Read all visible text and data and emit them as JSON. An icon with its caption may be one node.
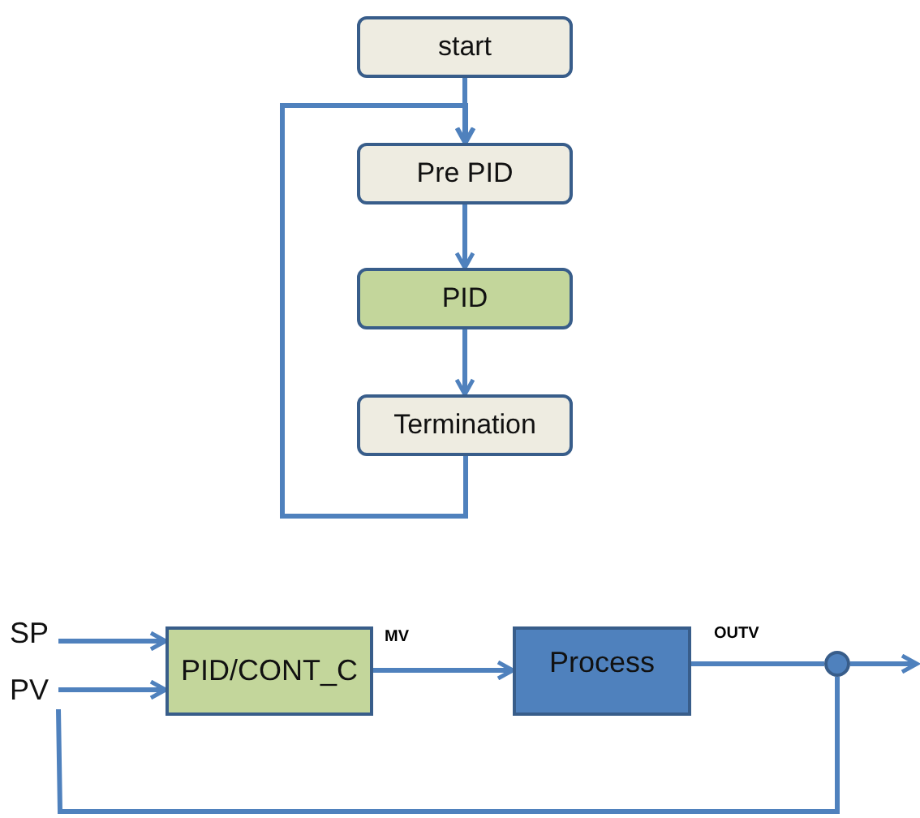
{
  "diagram": {
    "nodes": [
      {
        "text": [
          "start"
        ]
      },
      {
        "text": [
          "Pre PID"
        ]
      },
      {
        "text": [
          "PID"
        ]
      },
      {
        "text": [
          "Termination"
        ]
      },
      {
        "text": [
          "SP"
        ]
      },
      {
        "text": [
          "PV"
        ]
      },
      {
        "text": [
          "PID/CONT_C"
        ]
      },
      {
        "text": [
          "Process"
        ]
      },
      {
        "text": [],
        "shape": "circle"
      }
    ],
    "edges": [
      {
        "from": 0,
        "to": 1,
        "arrow": "to"
      },
      {
        "from": 1,
        "to": 2,
        "arrow": "to"
      },
      {
        "from": 2,
        "to": 3,
        "arrow": "to"
      },
      {
        "from": 3,
        "to": 1,
        "arrow": "to"
      },
      {
        "from": 4,
        "to": 6,
        "arrow": "to"
      },
      {
        "from": 5,
        "to": 6,
        "arrow": "to"
      },
      {
        "from": 6,
        "to": 7,
        "arrow": "to",
        "label": "MV"
      },
      {
        "from": 7,
        "to": 8,
        "arrow": "none",
        "label": "OUTV"
      },
      {
        "from": 8,
        "to": null,
        "arrow": "to"
      },
      {
        "from": 8,
        "to": 5,
        "arrow": "none"
      }
    ]
  }
}
